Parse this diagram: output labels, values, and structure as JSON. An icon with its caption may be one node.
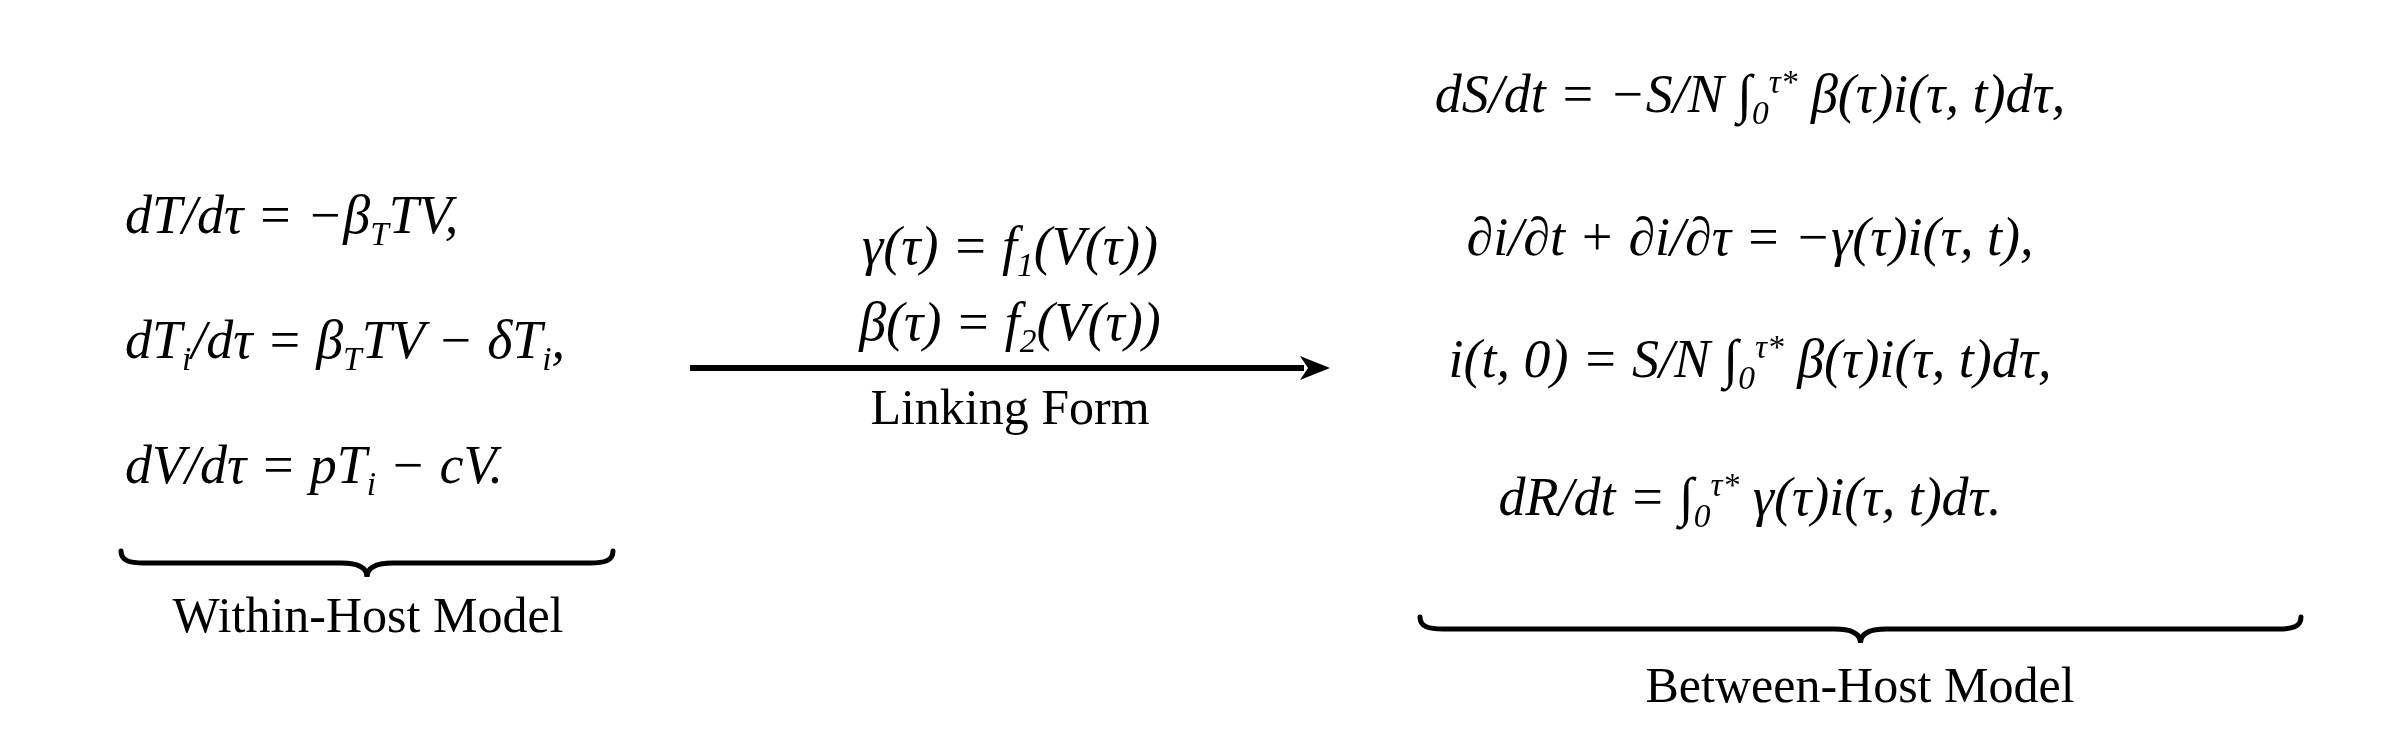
{
  "diagram": {
    "nodes": [
      {
        "text": [
          "dT/dτ = −β$_{T}$TV,",
          "dT$_{i}$/dτ = β$_{T}$TV − δT$_{i}$,",
          "dV/dτ = pT$_{i}$ − cV."
        ],
        "beside": [
          "Within-Host Model"
        ]
      },
      {
        "text": [
          "dS/dt = −S/N ∫$_{0}$$^{τ*}$ β(τ)i(τ, t)dτ,",
          "∂i/∂t + ∂i/∂τ = −γ(τ)i(τ, t),",
          "i(t, 0) = S/N ∫$_{0}$$^{τ*}$ β(τ)i(τ, t)dτ,",
          "dR/dt = ∫$_{0}$$^{τ*}$ γ(τ)i(τ, t)dτ."
        ],
        "beside": [
          "Between-Host Model"
        ]
      }
    ],
    "edges": [
      {
        "from": 0,
        "to": 1,
        "arrow": "to",
        "label": "Linking Form"
      }
    ],
    "labels": [
      "γ(τ) = f$_{1}$(V(τ))",
      "β(τ) = f$_{2}$(V(τ))"
    ]
  }
}
